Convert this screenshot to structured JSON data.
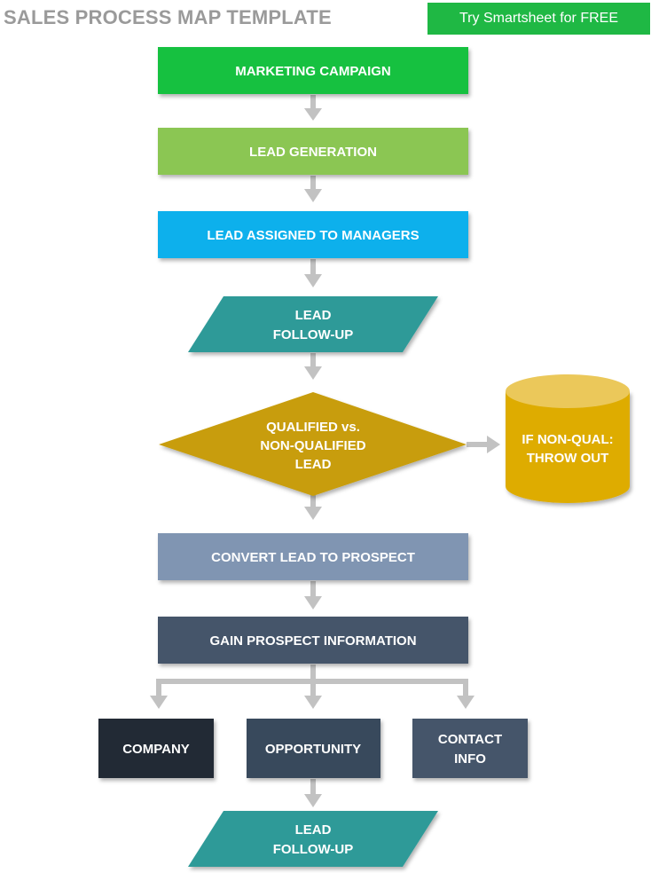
{
  "header": {
    "title": "SALES PROCESS MAP TEMPLATE",
    "cta_label": "Try Smartsheet for FREE"
  },
  "colors": {
    "marketing": "#18c13f",
    "lead_generation": "#8bc653",
    "lead_assigned": "#08b0ec",
    "follow_up": "#2e9a98",
    "decision": "#c89d08",
    "cylinder": "#deac06",
    "cylinder_top": "#ebc85a",
    "convert": "#8095b2",
    "gain_info": "#44546a",
    "company": "#222a36",
    "opportunity": "#39485c",
    "contact": "#44546a",
    "connector": "#c2c2c2"
  },
  "nodes": {
    "marketing_campaign": [
      "MARKETING CAMPAIGN"
    ],
    "lead_generation": [
      "LEAD GENERATION"
    ],
    "lead_assigned": [
      "LEAD ASSIGNED TO MANAGERS"
    ],
    "lead_follow_up_1": [
      "LEAD",
      "FOLLOW-UP"
    ],
    "qualified_decision": [
      "QUALIFIED vs.",
      "NON-QUALIFIED",
      "LEAD"
    ],
    "throw_out": [
      "IF NON-QUAL:",
      "THROW OUT"
    ],
    "convert_lead": [
      "CONVERT LEAD TO PROSPECT"
    ],
    "gain_info": [
      "GAIN PROSPECT INFORMATION"
    ],
    "company": [
      "COMPANY"
    ],
    "opportunity": [
      "OPPORTUNITY"
    ],
    "contact_info": [
      "CONTACT",
      "INFO"
    ],
    "lead_follow_up_2": [
      "LEAD",
      "FOLLOW-UP"
    ]
  }
}
